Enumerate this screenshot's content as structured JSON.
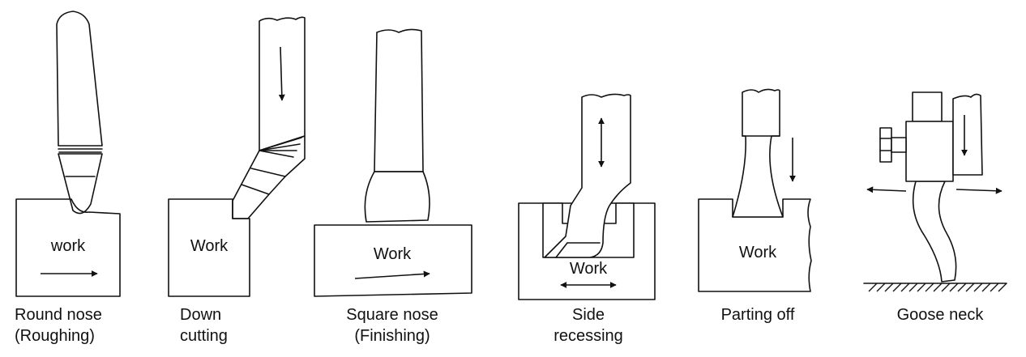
{
  "tools": [
    {
      "name": "round-nose",
      "work_label": "work",
      "caption": [
        "Round nose",
        "(Roughing)"
      ]
    },
    {
      "name": "down-cutting",
      "work_label": "Work",
      "caption": [
        "Down",
        "cutting"
      ]
    },
    {
      "name": "square-nose",
      "work_label": "Work",
      "caption": [
        "Square nose",
        "(Finishing)"
      ]
    },
    {
      "name": "side-recessing",
      "work_label": "Work",
      "caption": [
        "Side",
        "recessing"
      ]
    },
    {
      "name": "parting-off",
      "work_label": "Work",
      "caption": [
        "Parting off"
      ]
    },
    {
      "name": "goose-neck",
      "work_label": "",
      "caption": [
        "Goose neck"
      ]
    }
  ]
}
